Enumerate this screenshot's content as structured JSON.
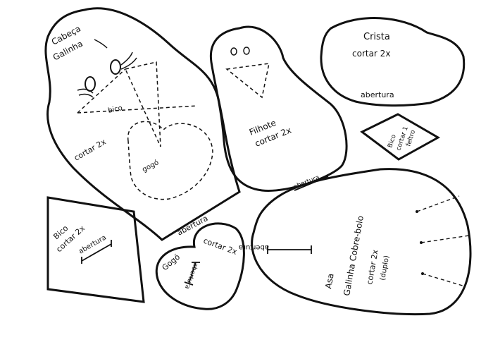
{
  "colors": {
    "ink": "#111111",
    "paper": "#ffffff"
  },
  "pieces": {
    "head": {
      "title_line1": "Cabeça",
      "title_line2": "Galinha",
      "beak_label": "bico",
      "cut_note": "cortar 2x",
      "wattle_label": "gogó",
      "opening": "abertura"
    },
    "chick": {
      "name": "Filhote",
      "cut_note": "cortar 2x",
      "opening": "abertura"
    },
    "crest": {
      "name": "Crista",
      "cut_note": "cortar 2x",
      "opening": "abertura"
    },
    "small_beak": {
      "line1": "Bico",
      "line2": "cortar 1",
      "line3": "feltro"
    },
    "square_beak": {
      "line1": "Bico",
      "line2": "cortar 2x",
      "opening": "abertura"
    },
    "wattle": {
      "name": "Gogó",
      "cut_note": "cortar 2x",
      "opening": "abertura"
    },
    "wing": {
      "line1": "Asa",
      "line2": "Galinha Cobre-bolo",
      "line3": "cortar 2x",
      "line4": "(duplo)",
      "opening": "abertura"
    }
  }
}
